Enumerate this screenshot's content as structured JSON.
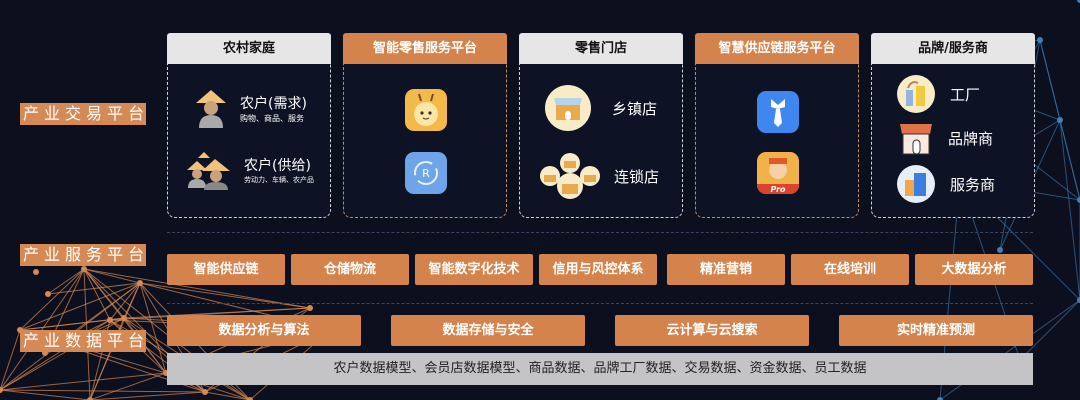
{
  "layers": {
    "transaction": "产业交易平台",
    "service": "产业服务平台",
    "data": "产业数据平台"
  },
  "columns": [
    {
      "title": "农村家庭",
      "items": [
        {
          "name": "农户(需求)",
          "sub": "购物、商品、服务",
          "icon": "farmer-icon"
        },
        {
          "name": "农户(供给)",
          "sub": "劳动力、车辆、农产品",
          "icon": "farmers-group-icon"
        }
      ]
    },
    {
      "title": "智能零售服务平台",
      "apps": [
        "giraffe-app-icon",
        "r-refresh-app-icon"
      ]
    },
    {
      "title": "零售门店",
      "items": [
        {
          "name": "乡镇店",
          "icon": "store-icon"
        },
        {
          "name": "连锁店",
          "icon": "chain-stores-icon"
        }
      ]
    },
    {
      "title": "智慧供应链服务平台",
      "apps": [
        "tie-app-icon",
        "pro-character-app-icon"
      ],
      "pro_badge": "Pro"
    },
    {
      "title": "品牌/服务商",
      "items": [
        {
          "name": "工厂",
          "icon": "factory-icon"
        },
        {
          "name": "品牌商",
          "icon": "brand-store-icon"
        },
        {
          "name": "服务商",
          "icon": "building-icon"
        }
      ]
    }
  ],
  "services": [
    "智能供应链",
    "仓储物流",
    "智能数字化技术",
    "信用与风控体系",
    "精准营销",
    "在线培训",
    "大数据分析"
  ],
  "data_capabilities": [
    "数据分析与算法",
    "数据存储与安全",
    "云计算与云搜索",
    "实时精准预测"
  ],
  "data_models": "农户数据模型、会员店数据模型、商品数据、品牌工厂数据、交易数据、资金数据、员工数据",
  "colors": {
    "background": "#0c0f1d",
    "accent": "#d5834c",
    "header_grey": "#e6e6e6",
    "network_orange": "#d58a55",
    "network_blue": "#3f7fb8"
  }
}
